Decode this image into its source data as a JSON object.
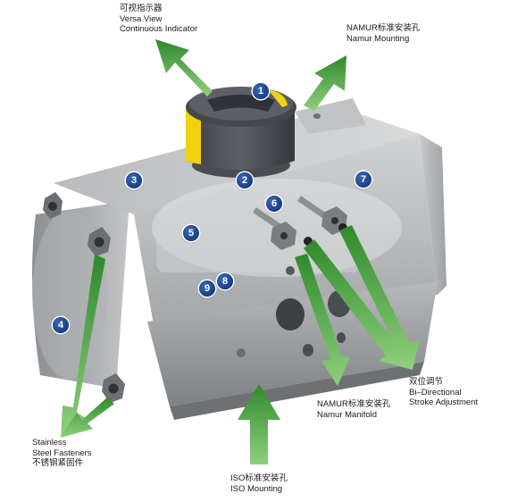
{
  "callouts": {
    "indicator": [
      "可视指示器",
      "Versa View",
      "Continuous Indicator"
    ],
    "namur_mounting": [
      "NAMUR标准安装孔",
      "Namur Mounting"
    ],
    "namur_manifold": [
      "NAMUR标准安装孔",
      "Namur Manifold"
    ],
    "bidirectional": [
      "双位调节",
      "Bi–Directional",
      "Stroke Adjustment"
    ],
    "fasteners": [
      "Stainless",
      "Steel Fasteners",
      "不锈钢紧固件"
    ],
    "iso": [
      "ISO标准安装孔",
      "ISO Mounting"
    ]
  },
  "badges": [
    "1",
    "2",
    "3",
    "4",
    "5",
    "6",
    "7",
    "8",
    "9"
  ],
  "colors": {
    "arrow": "#3f9a3a",
    "badge": "#173f86",
    "body": "#a9abad",
    "indicator": "#f1d20f"
  }
}
